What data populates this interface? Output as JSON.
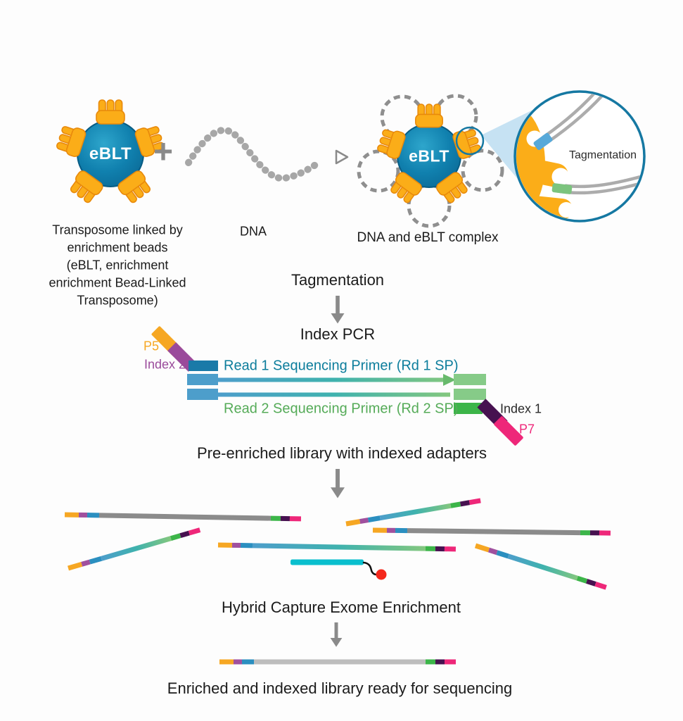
{
  "colors": {
    "bead_blue": "#1080AE",
    "bead_outline": "#085C84",
    "transposome_orange": "#FBAD18",
    "transposome_outline": "#E8890B",
    "dna_gray": "#A7A7A7",
    "loop_gray": "#8F8F8F",
    "arrow_gray": "#8A8A8A",
    "magnifier_teal": "#1578A2",
    "cone_blue": "#C6E2F3",
    "strand_gray": "#ACACAC",
    "band_blue": "#57A9D9",
    "band_green": "#7CC47E",
    "p5_orange": "#F6A723",
    "index2_purple": "#9A4A9B",
    "read1_teal": "#0C7D9C",
    "read2_green": "#55AB58",
    "block_dark_blue": "#1A7AA8",
    "block_blue": "#4D9ECB",
    "block_light_green": "#86CB88",
    "block_green": "#3CB549",
    "index1_dark_purple": "#471150",
    "p7_pink": "#EE2779",
    "arrowhead_green": "#68BA6C",
    "frag_blue": "#2B8FC0",
    "frag_purple": "#A0509E",
    "fragment_gray": "#8B8B8B",
    "fragment_light_gray": "#BDBDBD",
    "probe_cyan": "#0ABFCE",
    "biotin_red": "#F4281C",
    "text_dark": "#1B1B1B"
  },
  "top_row": {
    "eblt_label": "eBLT",
    "plus_sign": "+",
    "transposome_caption_lines": [
      "Transposome linked by",
      "enrichment beads",
      "(eBLT, enrichment",
      "enrichment Bead-Linked",
      "Transposome)"
    ],
    "dna_label": "DNA",
    "complex_caption": "DNA and eBLT complex",
    "magnifier_label": "Tagmentation"
  },
  "steps": {
    "tagmentation": "Tagmentation",
    "index_pcr": "Index PCR",
    "pre_enriched": "Pre-enriched library with indexed adapters",
    "hybrid_capture": "Hybrid Capture Exome Enrichment",
    "enriched_final": "Enriched and indexed library ready for sequencing"
  },
  "adapter_diagram": {
    "p5_label": "P5",
    "index2_label": "Index 2",
    "read1_label": "Read 1 Sequencing Primer (Rd 1 SP)",
    "read2_label": "Read 2 Sequencing Primer (Rd 2 SP)",
    "index1_label": "Index 1",
    "p7_label": "P7"
  }
}
